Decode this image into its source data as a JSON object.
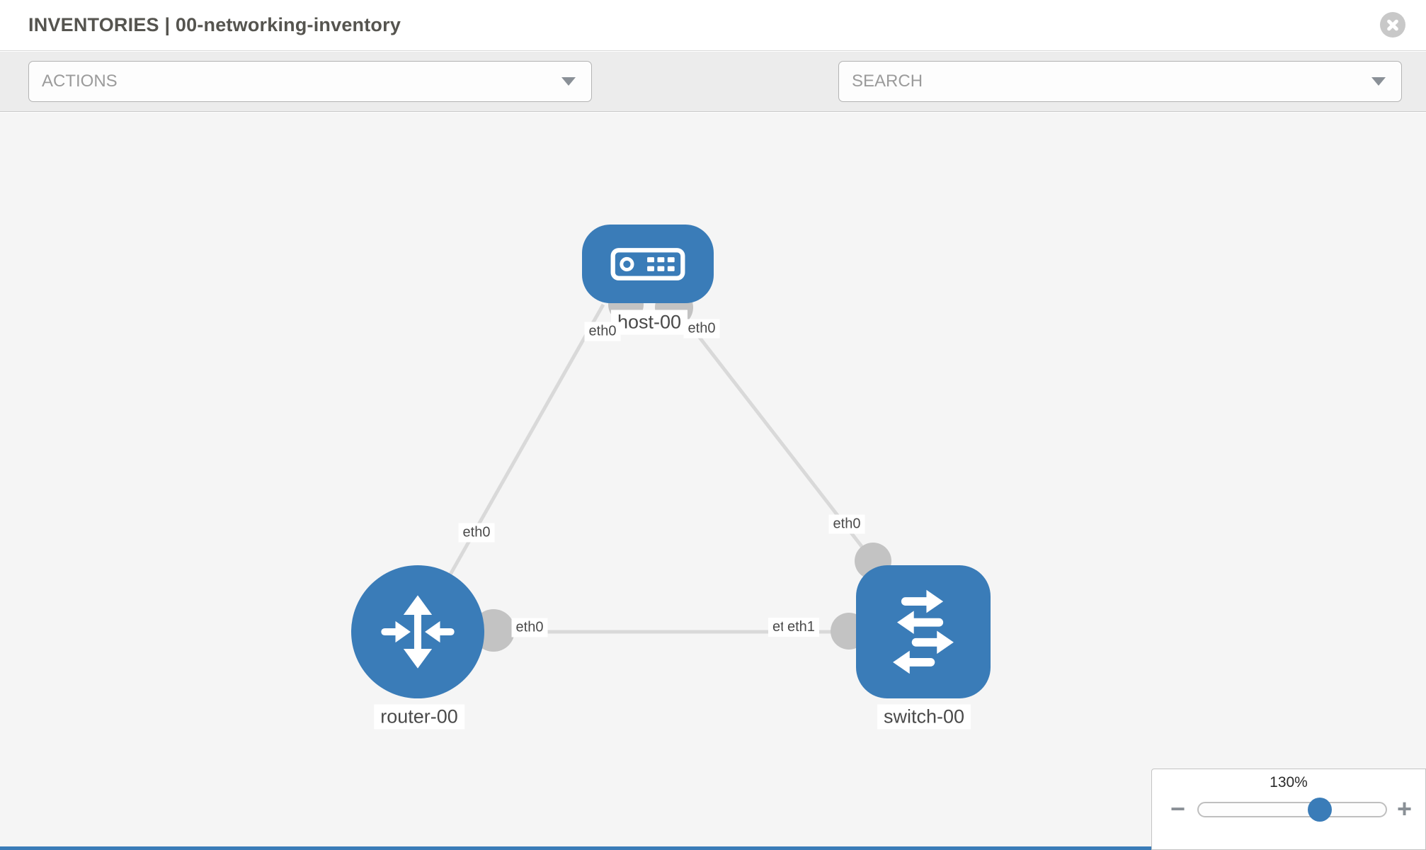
{
  "header": {
    "title": "INVENTORIES | 00-networking-inventory"
  },
  "toolbar": {
    "actions_placeholder": "ACTIONS",
    "search_placeholder": "SEARCH"
  },
  "icons": {
    "wrench": "wrench-icon",
    "key": "key-icon",
    "close": "close-icon",
    "minus": "−",
    "plus": "+"
  },
  "topology": {
    "nodes": [
      {
        "label": "host-00",
        "type": "host"
      },
      {
        "label": "router-00",
        "type": "router"
      },
      {
        "label": "switch-00",
        "type": "switch"
      }
    ],
    "links": [
      {
        "from": "host-00",
        "to": "router-00",
        "from_iface": "eth0",
        "to_iface": "eth0"
      },
      {
        "from": "host-00",
        "to": "switch-00",
        "from_iface": "eth0",
        "to_iface": "eth0"
      },
      {
        "from": "router-00",
        "to": "switch-00",
        "from_iface": "eth0",
        "to_iface": "eth1"
      }
    ],
    "overlapped_label": "eth0",
    "colors": {
      "node_blue": "#3a7cb8",
      "link_gray": "#d9d9d9",
      "connector_gray": "#c3c3c3",
      "canvas_bg": "#f5f5f5"
    }
  },
  "zoom_control": {
    "level": "130%"
  }
}
